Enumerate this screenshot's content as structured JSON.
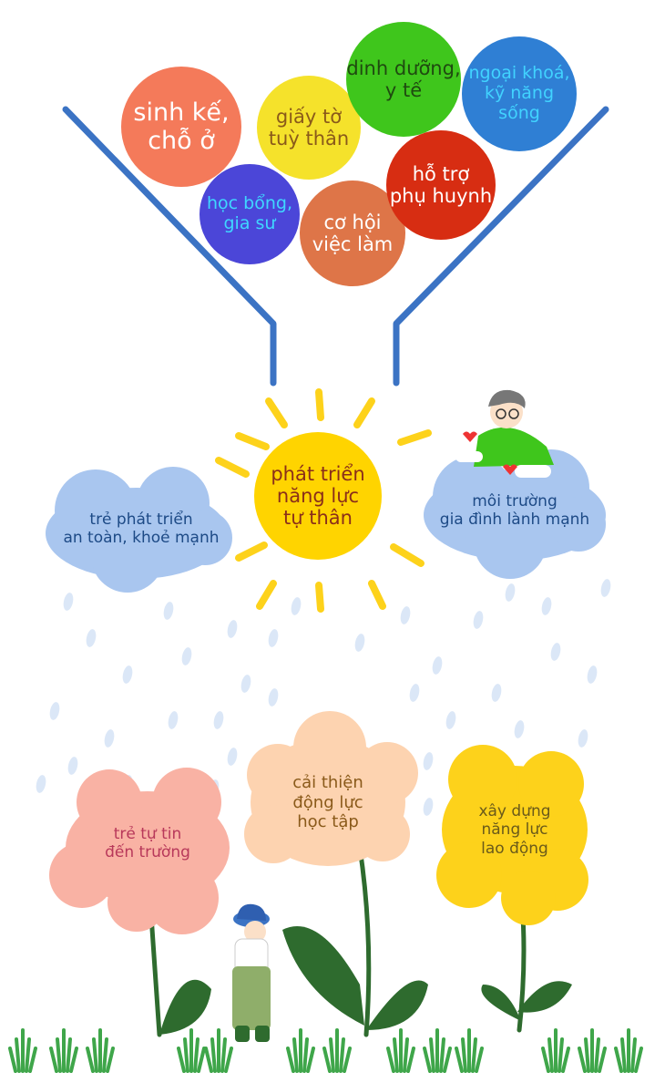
{
  "funnel_items": [
    {
      "text": "sinh kế,\nchỗ ở",
      "bg": "#f47a5a",
      "color": "#ffffff"
    },
    {
      "text": "giấy tờ\ntuỳ thân",
      "bg": "#f5e22b",
      "color": "#8a5a1a"
    },
    {
      "text": "dinh dưỡng,\ny tế",
      "bg": "#3fc61c",
      "color": "#1f4a10"
    },
    {
      "text": "ngoại khoá,\nkỹ năng\nsống",
      "bg": "#2f7fd4",
      "color": "#41d3ff"
    },
    {
      "text": "học bổng,\ngia sư",
      "bg": "#4b46d8",
      "color": "#3fd7ff"
    },
    {
      "text": "cơ hội\nviệc làm",
      "bg": "#de7548",
      "color": "#ffffff"
    },
    {
      "text": "hỗ trợ\nphụ huynh",
      "bg": "#d72d12",
      "color": "#ffffff"
    }
  ],
  "sun": {
    "text": "phát triển\nnăng lực\ntự thân",
    "color": "#ffd400",
    "text_color": "#8a2e1a"
  },
  "cloud_left": {
    "text": "trẻ phát triển\nan toàn, khoẻ mạnh",
    "color": "#a9c6ef",
    "text_color": "#1d4a86"
  },
  "cloud_right": {
    "text": "môi trường\ngia đình lành mạnh",
    "color": "#a9c6ef",
    "text_color": "#1d4a86"
  },
  "flowers": [
    {
      "text": "trẻ tự tin\nđến trường",
      "color": "#f9b2a4",
      "text_color": "#b8385a"
    },
    {
      "text": "cải thiện\nđộng lực\nhọc tập",
      "color": "#fdd3b0",
      "text_color": "#8a5a1a"
    },
    {
      "text": "xây dựng\nnăng lực\nlao động",
      "color": "#fdd21b",
      "text_color": "#6a5a1a"
    }
  ],
  "colors": {
    "funnel": "#3b73c4",
    "rain": "#dbe7f7",
    "stem": "#2e6b2e",
    "grass": "#3fa64a"
  }
}
